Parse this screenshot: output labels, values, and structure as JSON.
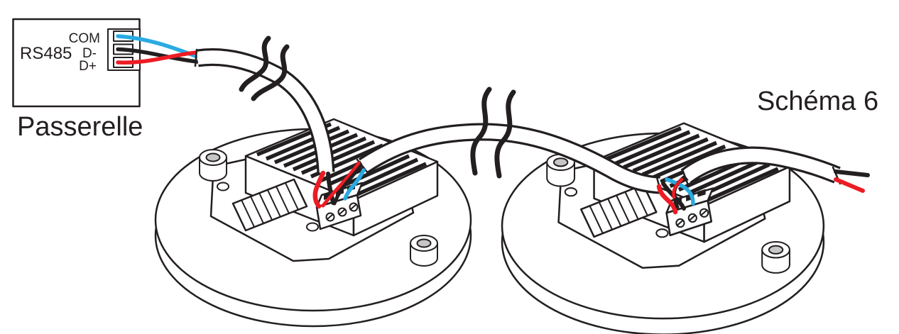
{
  "diagram": {
    "scheme_label": "Schéma 6",
    "gateway": {
      "name_label": "Passerelle",
      "bus_label": "RS485",
      "terminals": [
        {
          "label": "COM",
          "wire": "blue"
        },
        {
          "label": "D-",
          "wire": "black"
        },
        {
          "label": "D+",
          "wire": "red"
        }
      ]
    },
    "devices": [
      {
        "id": "detector-base-1",
        "terminal_poles": 3,
        "wires_in": [
          "red",
          "black",
          "blue"
        ]
      },
      {
        "id": "detector-base-2",
        "terminal_poles": 3,
        "wires_in": [
          "red",
          "black",
          "blue"
        ]
      }
    ],
    "cable_breaks": 2,
    "spare_wire_colors": [
      "black",
      "red"
    ]
  },
  "colors": {
    "wire-blue": "#29ABE2",
    "wire-red": "#ED1C24",
    "ink": "#231F20",
    "standoff-gray": "#C6C6C6",
    "background": "#FFFFFF"
  }
}
